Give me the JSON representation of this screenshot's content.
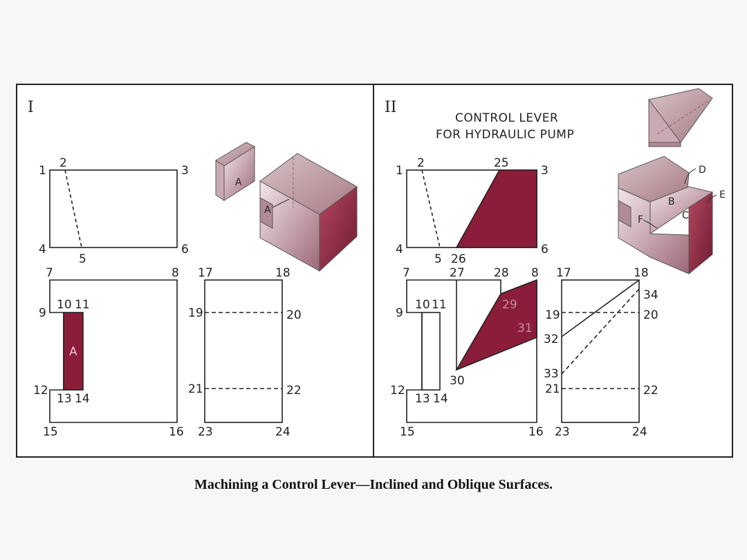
{
  "panel_I": {
    "numeral": "I",
    "top_view": {
      "labels": [
        "1",
        "2",
        "3",
        "4",
        "5",
        "6"
      ]
    },
    "front_view": {
      "labels": [
        "7",
        "8",
        "9",
        "10",
        "11",
        "12",
        "13",
        "14",
        "15",
        "16"
      ],
      "face_label": "A"
    },
    "side_view": {
      "labels": [
        "17",
        "18",
        "19",
        "20",
        "21",
        "22",
        "23",
        "24"
      ]
    },
    "iso_labels": [
      "A",
      "A"
    ]
  },
  "panel_II": {
    "numeral": "II",
    "title_line1": "CONTROL LEVER",
    "title_line2": "FOR HYDRAULIC PUMP",
    "top_view": {
      "labels": [
        "1",
        "2",
        "25",
        "3",
        "4",
        "5",
        "26",
        "6"
      ]
    },
    "front_view": {
      "labels": [
        "7",
        "27",
        "28",
        "8",
        "9",
        "10",
        "11",
        "29",
        "31",
        "30",
        "12",
        "13",
        "14",
        "15",
        "16"
      ]
    },
    "side_view": {
      "labels": [
        "17",
        "18",
        "34",
        "19",
        "20",
        "32",
        "33",
        "21",
        "22",
        "23",
        "24"
      ]
    },
    "iso_labels": [
      "D",
      "E",
      "B",
      "C",
      "F"
    ]
  },
  "colors": {
    "accent": "#8b1d3a",
    "line": "#222222"
  },
  "caption": "Machining a Control Lever—Inclined and Oblique Surfaces."
}
